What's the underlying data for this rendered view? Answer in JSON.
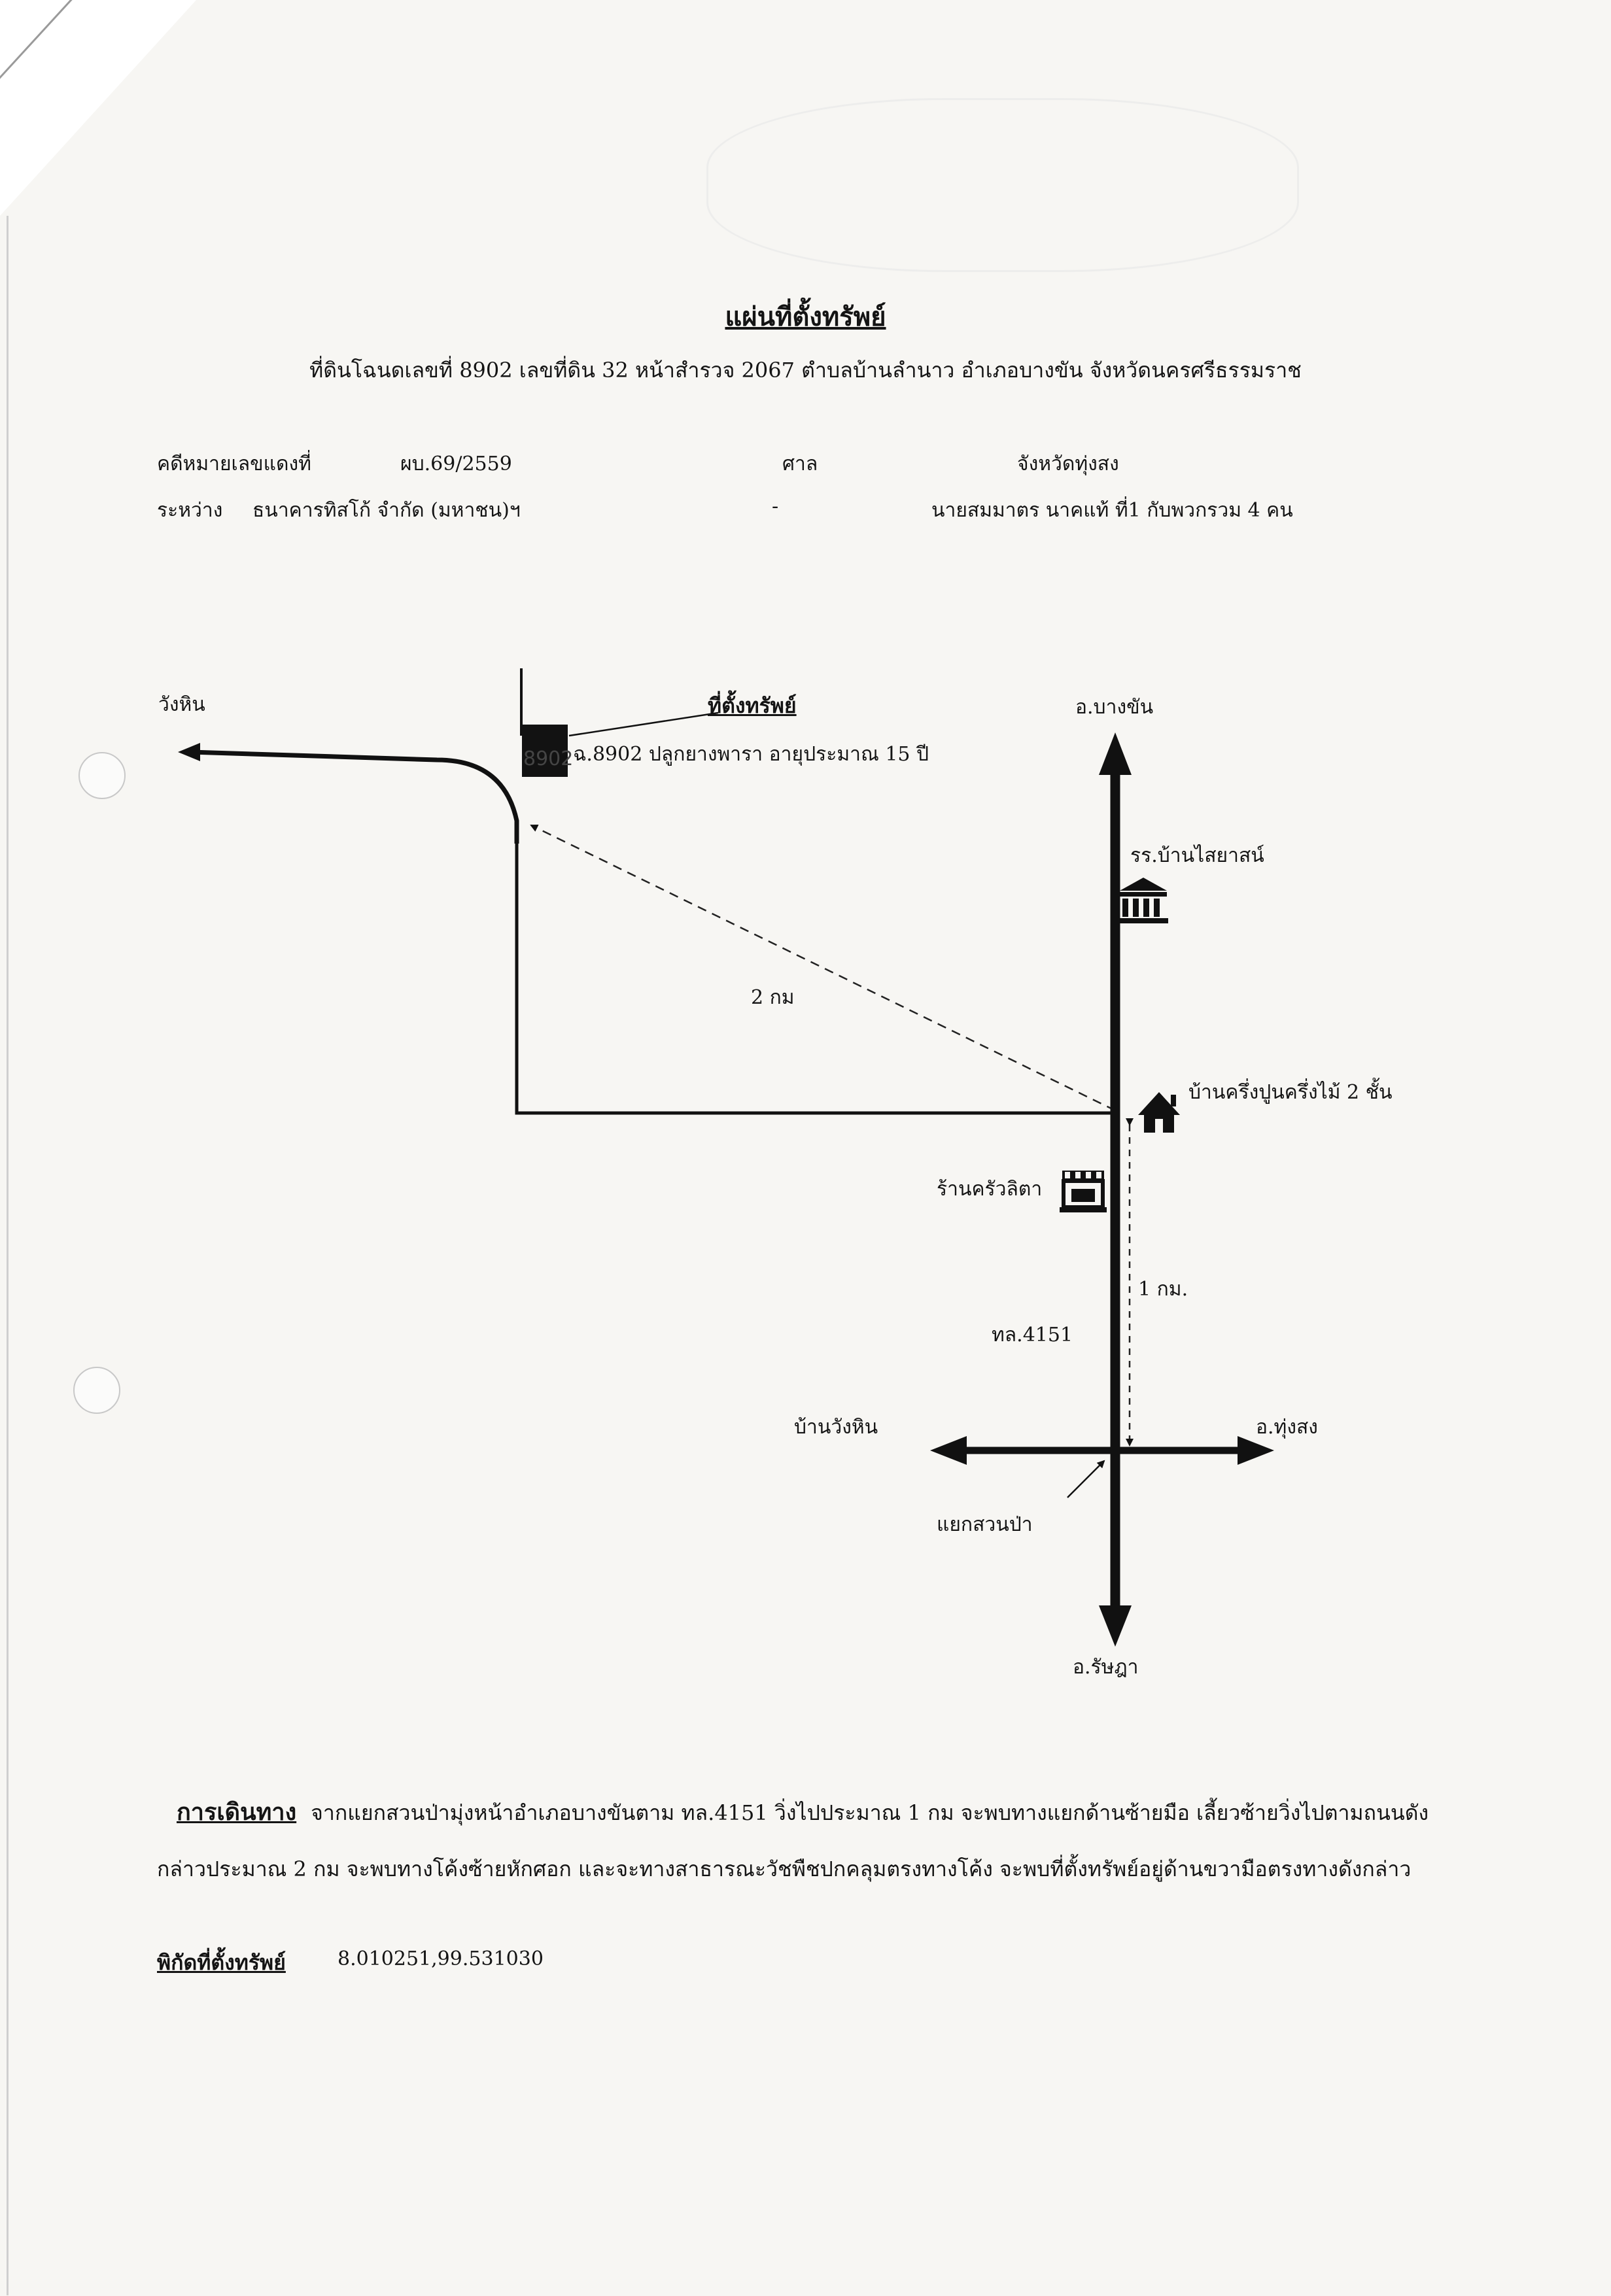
{
  "document": {
    "title": "แผ่นที่ตั้งทรัพย์",
    "subtitle": "ที่ดินโฉนดเลขที่ 8902 เลขที่ดิน 32 หน้าสำรวจ 2067 ตำบลบ้านลำนาว อำเภอบางขัน จังหวัดนครศรีธรรมราช"
  },
  "case": {
    "case_label": "คดีหมายเลขแดงที่",
    "case_number": "ผบ.69/2559",
    "court_label": "ศาล",
    "court_name": "จังหวัดทุ่งสง",
    "between_label": "ระหว่าง",
    "plaintiff": "ธนาคารทิสโก้ จำกัด (มหาชน)ฯ",
    "separator": "-",
    "defendant": "นายสมมาตร นาคแท้ ที่1 กับพวกรวม 4 คน"
  },
  "map": {
    "place_wanghin": "วังหิน",
    "property_heading": "ที่ตั้งทรัพย์",
    "property_desc": "ฉ.8902 ปลูกยางพารา อายุประมาณ 15 ปี",
    "property_marker": "8902",
    "to_bangkhan": "อ.บางขัน",
    "school": "รร.บ้านไสยาสน์",
    "distance_2km": "2 กม",
    "house": "บ้านครึ่งปูนครึ่งไม้ 2 ชั้น",
    "shop": "ร้านครัวลิตา",
    "distance_1km": "1 กม.",
    "road": "ทล.4151",
    "ban_wanghin": "บ้านวังหิน",
    "to_thungsong": "อ.ทุ่งสง",
    "junction": "แยกสวนป่า",
    "to_ratchada": "อ.รัษฎา",
    "icons": [
      "school-icon",
      "house-icon",
      "shop-icon"
    ]
  },
  "directions": {
    "label": "การเดินทาง",
    "text": "จากแยกสวนป่ามุ่งหน้าอำเภอบางขันตาม ทล.4151 วิ่งไปประมาณ 1 กม จะพบทางแยกด้านซ้ายมือ เลี้ยวซ้ายวิ่งไปตามถนนดังกล่าวประมาณ 2 กม จะพบทางโค้งซ้ายหักศอก และจะทางสาธารณะวัชพืชปกคลุมตรงทางโค้ง จะพบที่ตั้งทรัพย์อยู่ด้านขวามือตรงทางดังกล่าว"
  },
  "coordinates": {
    "label": "พิกัดที่ตั้งทรัพย์",
    "value": "8.010251,99.531030"
  }
}
